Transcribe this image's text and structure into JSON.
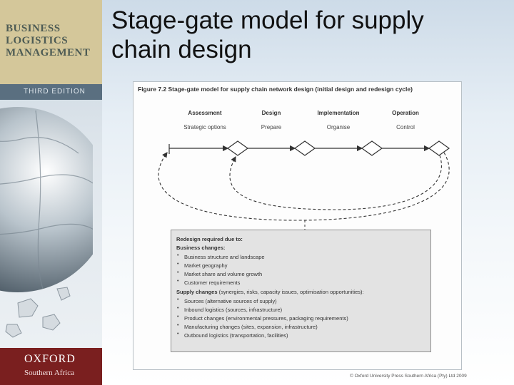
{
  "slide": {
    "title_line1": "Stage-gate model for supply",
    "title_line2": "chain design"
  },
  "cover": {
    "title_lines": [
      "BUSINESS",
      "LOGISTICS",
      "MANAGEMENT"
    ],
    "edition": "THIRD EDITION",
    "publisher_line1": "OXFORD",
    "publisher_line2": "Southern Africa"
  },
  "figure": {
    "caption": "Figure 7.2 Stage-gate model for supply chain network design (initial design and redesign cycle)",
    "stages": [
      {
        "heading": "Assessment",
        "sub": "Strategic options"
      },
      {
        "heading": "Design",
        "sub": "Prepare"
      },
      {
        "heading": "Implementation",
        "sub": "Organise"
      },
      {
        "heading": "Operation",
        "sub": "Control"
      }
    ],
    "redesign": {
      "title": "Redesign required due to:",
      "business_heading": "Business changes:",
      "business_items": [
        "Business structure and landscape",
        "Market geography",
        "Market share and volume growth",
        "Customer requirements"
      ],
      "supply_heading": "Supply changes",
      "supply_heading_rest": " (synergies, risks, capacity issues, optimisation opportunities):",
      "supply_items": [
        "Sources (alternative sources of supply)",
        "Inbound logistics (sources, infrastructure)",
        "Product changes (environmental pressures, packaging requirements)",
        "Manufacturing changes (sites, expansion, infrastructure)",
        "Outbound logistics (transportation, facilities)"
      ]
    },
    "copyright": "© Oxford University Press Southern Africa (Pty) Ltd 2009"
  },
  "colors": {
    "cover_band": "#d4c79a",
    "cover_title": "#4d5b54",
    "edition_band": "#5a6f80",
    "publisher_band": "#7a1f1f",
    "redesign_box": "#e3e3e3"
  }
}
